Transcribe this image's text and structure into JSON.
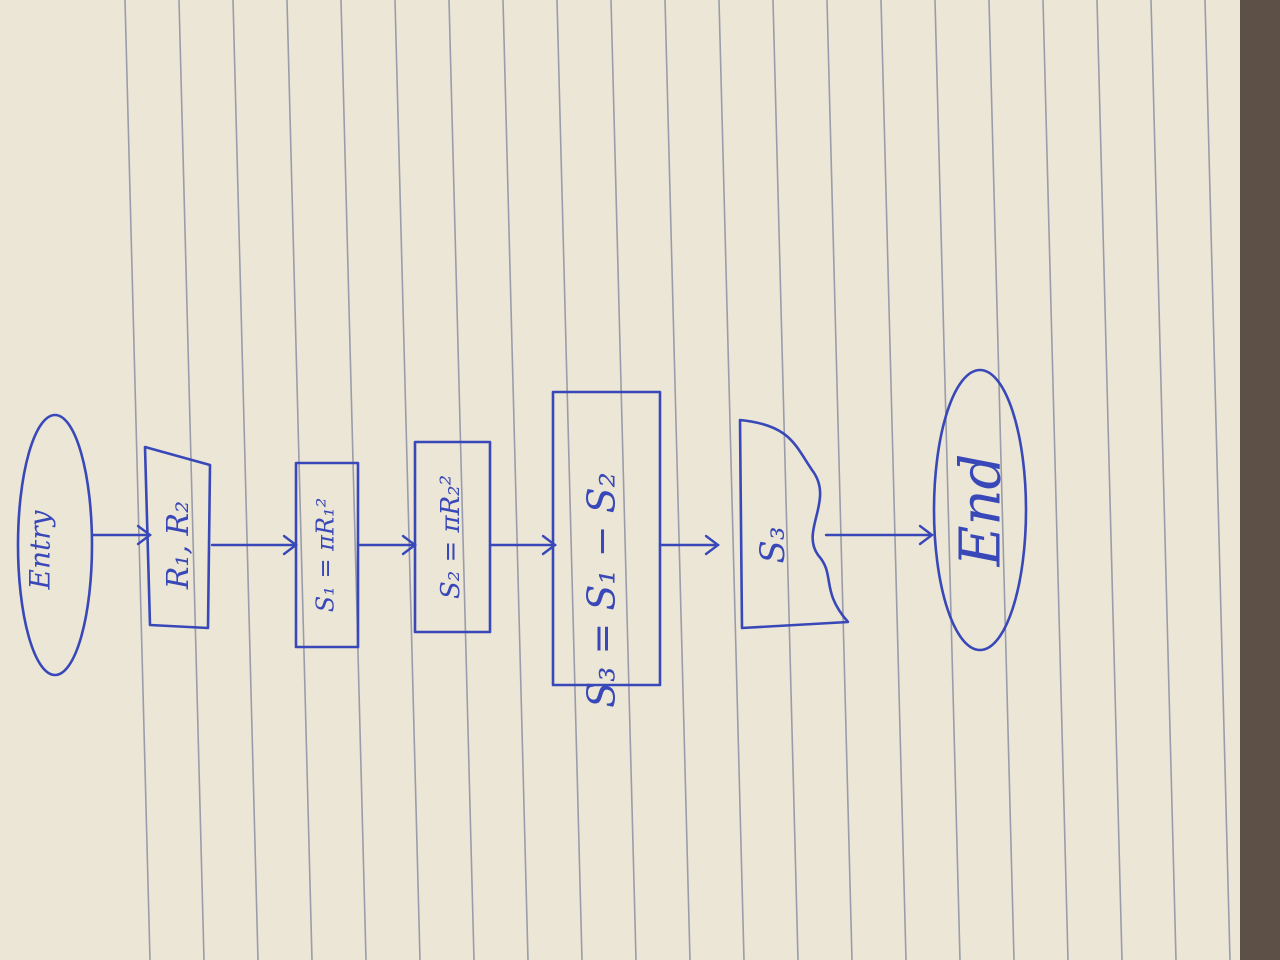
{
  "flowchart": {
    "start": {
      "text": "Entry"
    },
    "input": {
      "text": "R₁, R₂"
    },
    "step1": {
      "text": "S₁ = πR₁²"
    },
    "step2": {
      "text": "S₂ = πR₂²"
    },
    "step3": {
      "text": "S₃ = S₁ − S₂"
    },
    "output": {
      "text": "S₃"
    },
    "end": {
      "text": "End"
    }
  },
  "colors": {
    "ink": "#3848b8",
    "paper": "#ece6d6",
    "rule_line": "#9a9cab",
    "background": "#5d5046"
  }
}
